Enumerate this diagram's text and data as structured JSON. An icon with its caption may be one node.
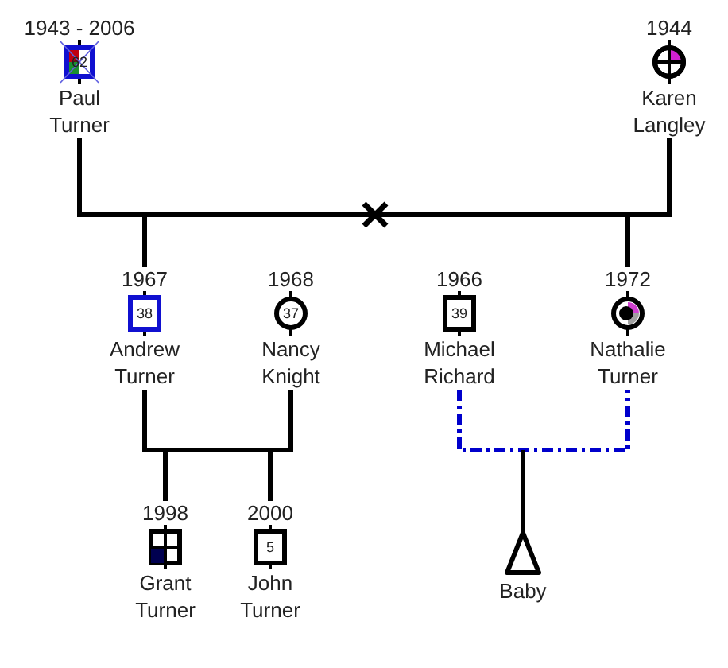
{
  "diagram": {
    "nodes": [
      {
        "text": [
          "1943 - 2006",
          "62",
          "Paul Turner"
        ]
      },
      {
        "text": [
          "1944",
          "Karen Langley"
        ]
      },
      {
        "text": [
          "1967",
          "38",
          "Andrew Turner"
        ]
      },
      {
        "text": [
          "1968",
          "37",
          "Nancy Knight"
        ]
      },
      {
        "text": [
          "1966",
          "39",
          "Michael Richard"
        ]
      },
      {
        "text": [
          "1972",
          "Nathalie Turner"
        ]
      },
      {
        "text": [
          "1998",
          "Grant Turner"
        ]
      },
      {
        "text": [
          "2000",
          "5",
          "John Turner"
        ]
      },
      {
        "text": [
          "Baby"
        ]
      }
    ],
    "edges": [
      {
        "from": 0,
        "to": 1,
        "arrow": "none"
      },
      {
        "from": null,
        "to": 2,
        "arrow": "none"
      },
      {
        "from": null,
        "to": 5,
        "arrow": "none"
      },
      {
        "from": 2,
        "to": 3,
        "arrow": "none"
      },
      {
        "from": null,
        "to": 6,
        "arrow": "none"
      },
      {
        "from": null,
        "to": 7,
        "arrow": "none"
      },
      {
        "from": 4,
        "to": 5,
        "arrow": "none",
        "style": "dashed",
        "color": "#0000cc"
      },
      {
        "from": null,
        "to": 8,
        "arrow": "none"
      }
    ]
  }
}
